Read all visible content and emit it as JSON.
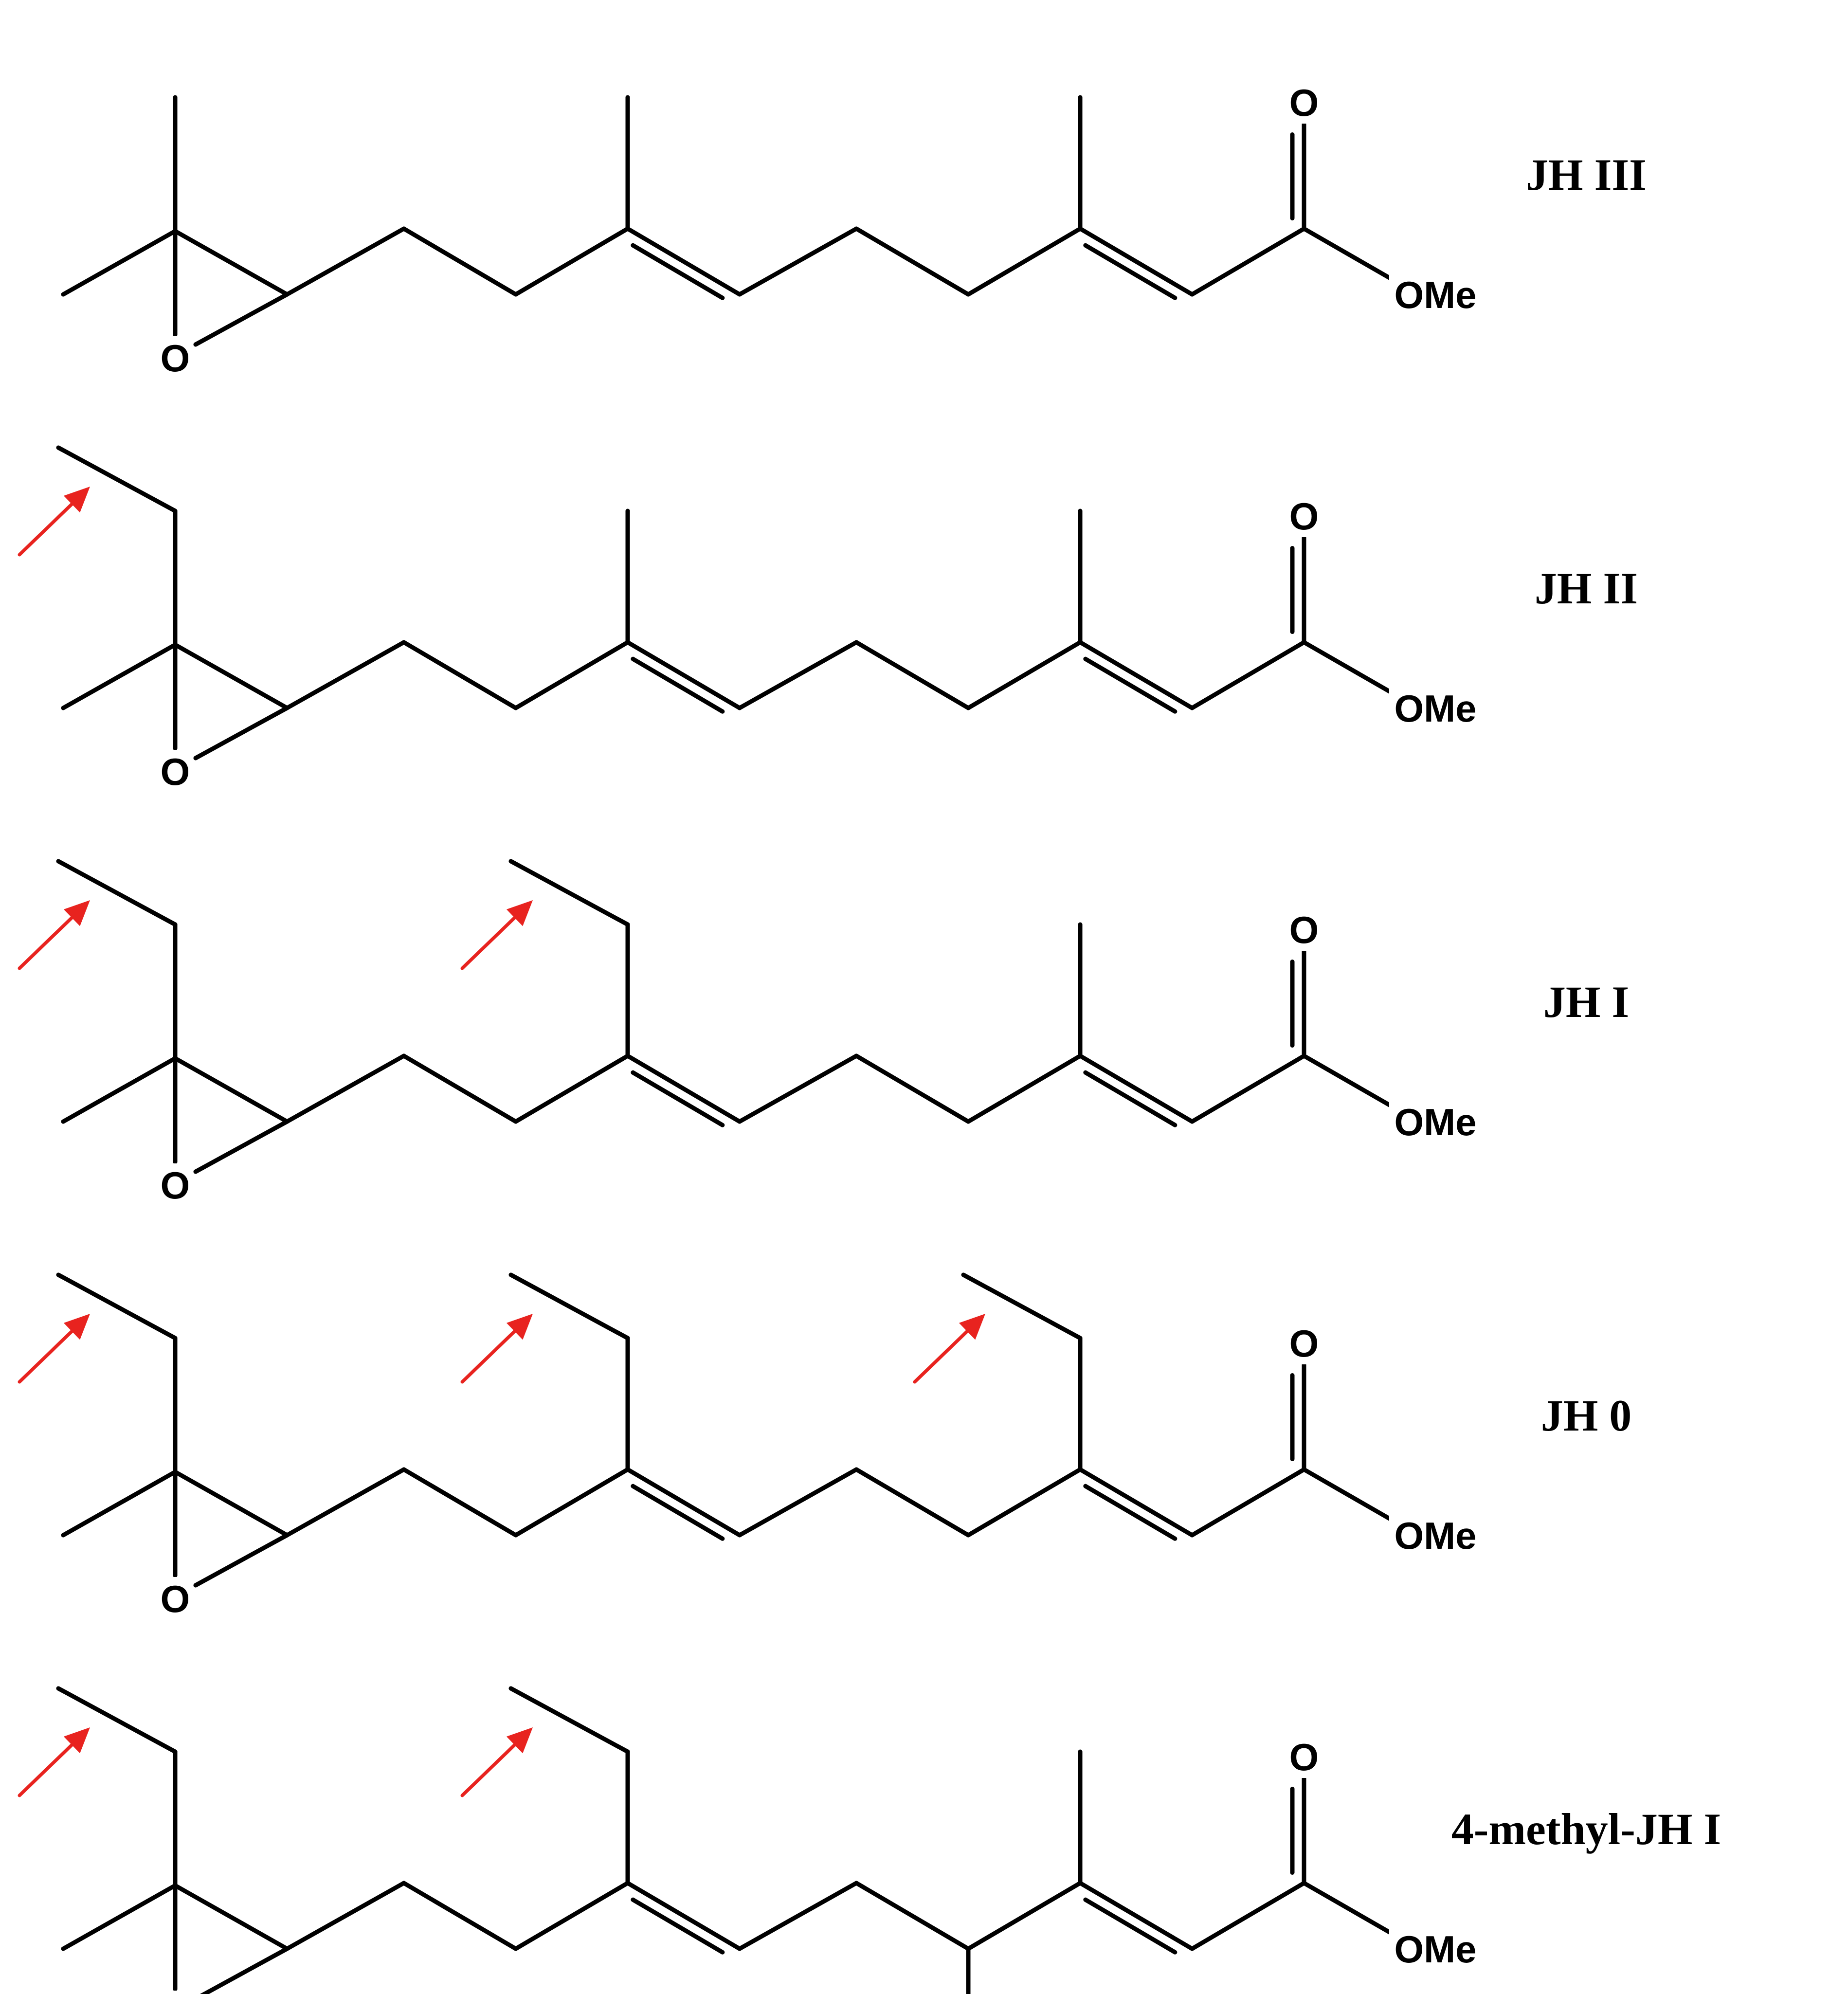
{
  "figure": {
    "compounds": [
      {
        "name": "JH III",
        "r1": "methyl",
        "r2": "methyl",
        "r3": "methyl",
        "c4_methyl": false,
        "arrow_count": 0
      },
      {
        "name": "JH II",
        "r1": "ethyl",
        "r2": "methyl",
        "r3": "methyl",
        "c4_methyl": false,
        "arrow_count": 1
      },
      {
        "name": "JH I",
        "r1": "ethyl",
        "r2": "ethyl",
        "r3": "methyl",
        "c4_methyl": false,
        "arrow_count": 2
      },
      {
        "name": "JH 0",
        "r1": "ethyl",
        "r2": "ethyl",
        "r3": "ethyl",
        "c4_methyl": false,
        "arrow_count": 3
      },
      {
        "name": "4-methyl-JH I",
        "r1": "ethyl",
        "r2": "ethyl",
        "r3": "methyl",
        "c4_methyl": true,
        "arrow_count": 2
      }
    ],
    "atom_labels": {
      "epoxide_oxygen": "O",
      "carbonyl_oxygen": "O",
      "ester": "OMe"
    },
    "colors": {
      "bonds": "#000000",
      "arrows": "#e8231f",
      "background": "#ffffff"
    }
  }
}
